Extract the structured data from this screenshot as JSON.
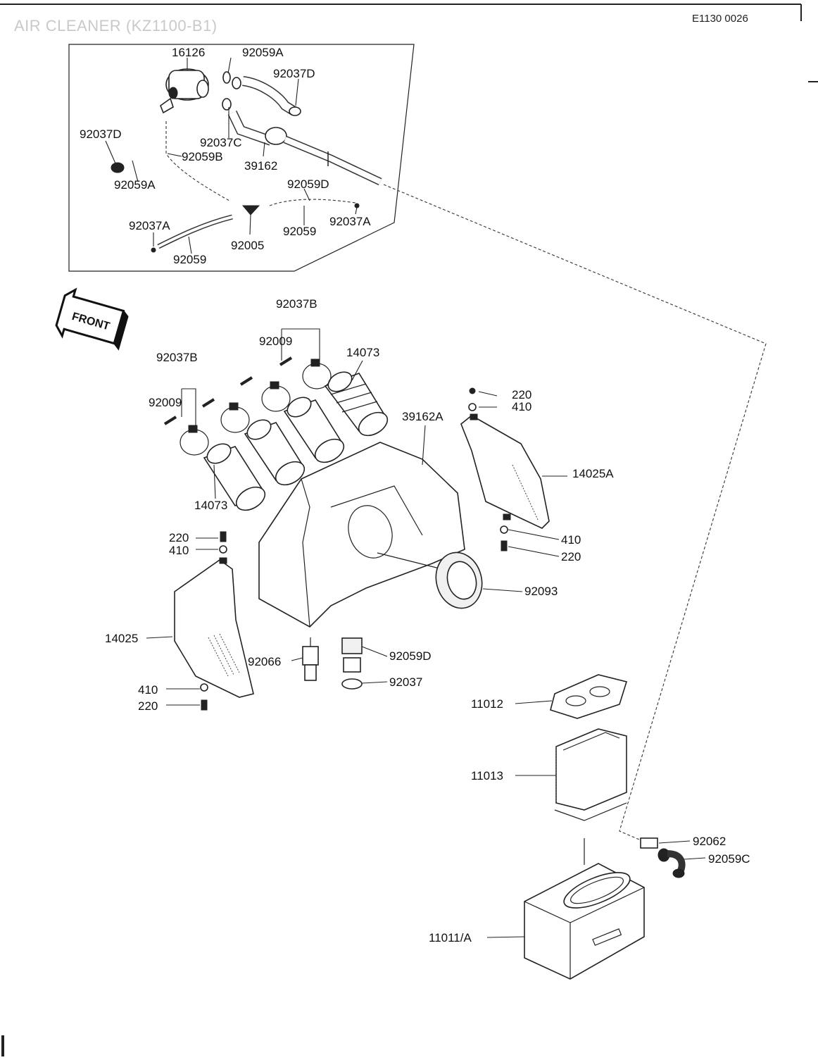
{
  "diagram": {
    "title": "AIR CLEANER (KZ1100-B1)",
    "drawing_code": "E1130 0026",
    "front_marker": "FRONT",
    "part_labels": {
      "p16126": "16126",
      "p92059A_top": "92059A",
      "p92037D_top": "92037D",
      "p92037D_left": "92037D",
      "p92037C": "92037C",
      "p92059B": "92059B",
      "p39162": "39162",
      "p92059A_left": "92059A",
      "p92059D_top": "92059D",
      "p92037A_left": "92037A",
      "p92037A_right": "92037A",
      "p92059_mid": "92059",
      "p92059_left": "92059",
      "p92005": "92005",
      "p92037B_top": "92037B",
      "p92037B_left": "92037B",
      "p92009_top": "92009",
      "p92009_left": "92009",
      "p14073_top": "14073",
      "p14073_left": "14073",
      "p39162A": "39162A",
      "p220_tr": "220",
      "p410_tr": "410",
      "p14025A": "14025A",
      "p410_r": "410",
      "p220_r": "220",
      "p92093": "92093",
      "p220_l": "220",
      "p410_l": "410",
      "p14025": "14025",
      "p92066": "92066",
      "p92059D_mid": "92059D",
      "p92037": "92037",
      "p410_bl": "410",
      "p220_bl": "220",
      "p11012": "11012",
      "p11013": "11013",
      "p92062": "92062",
      "p92059C": "92059C",
      "p11011A": "11011/A"
    }
  }
}
